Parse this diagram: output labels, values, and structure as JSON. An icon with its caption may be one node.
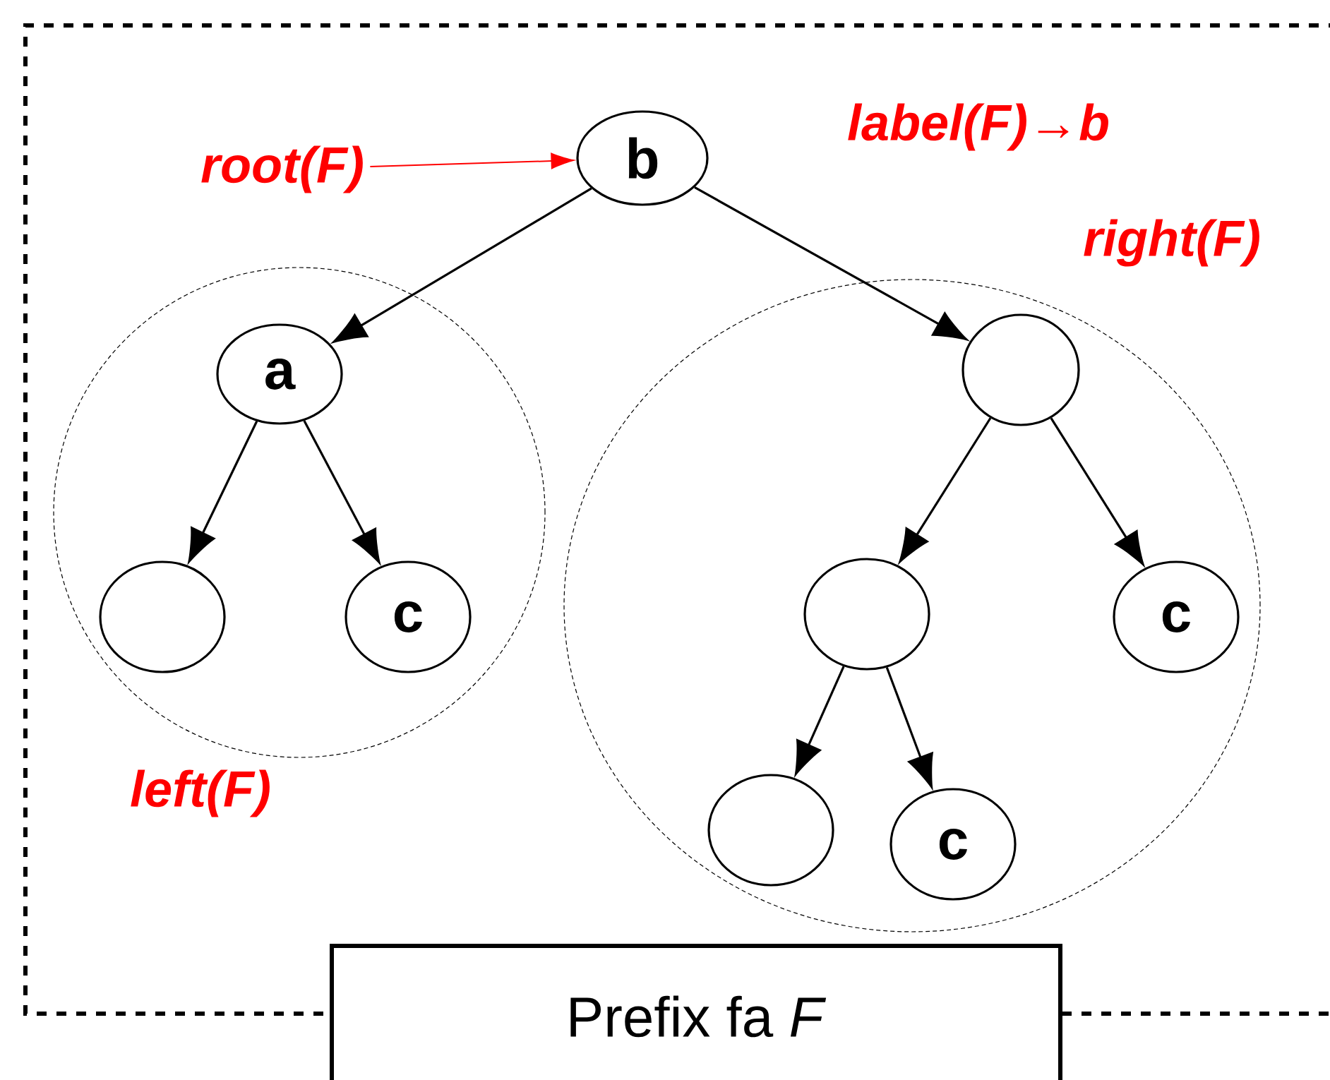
{
  "diagram": {
    "nodes": [
      {
        "text": [
          "b"
        ]
      },
      {
        "text": [
          "left(F)"
        ]
      },
      {
        "text": [
          "a"
        ],
        "in": 1
      },
      {
        "text": [],
        "shape": "circle",
        "in": 1
      },
      {
        "text": [
          "c"
        ],
        "in": 1
      },
      {
        "text": [
          "right(F)"
        ]
      },
      {
        "text": [],
        "shape": "circle",
        "in": 5
      },
      {
        "text": [],
        "shape": "circle",
        "in": 5
      },
      {
        "text": [
          "c"
        ],
        "in": 5
      },
      {
        "text": [],
        "shape": "circle",
        "in": 5
      },
      {
        "text": [
          "c"
        ],
        "in": 5
      },
      {
        "text": [
          "root(F)"
        ]
      },
      {
        "text": [
          "Prefix fa *F*"
        ]
      }
    ],
    "edges": [
      {
        "from": 0,
        "to": 2,
        "arrow": "to"
      },
      {
        "from": 0,
        "to": 6,
        "arrow": "to"
      },
      {
        "from": 2,
        "to": 3,
        "arrow": "to"
      },
      {
        "from": 2,
        "to": 4,
        "arrow": "to"
      },
      {
        "from": 6,
        "to": 7,
        "arrow": "to"
      },
      {
        "from": 6,
        "to": 8,
        "arrow": "to"
      },
      {
        "from": 7,
        "to": 9,
        "arrow": "to"
      },
      {
        "from": 7,
        "to": 10,
        "arrow": "to"
      },
      {
        "from": 11,
        "to": 0,
        "arrow": "to",
        "color": "#ff0000"
      }
    ],
    "labels": [
      "label(F)→b"
    ]
  }
}
